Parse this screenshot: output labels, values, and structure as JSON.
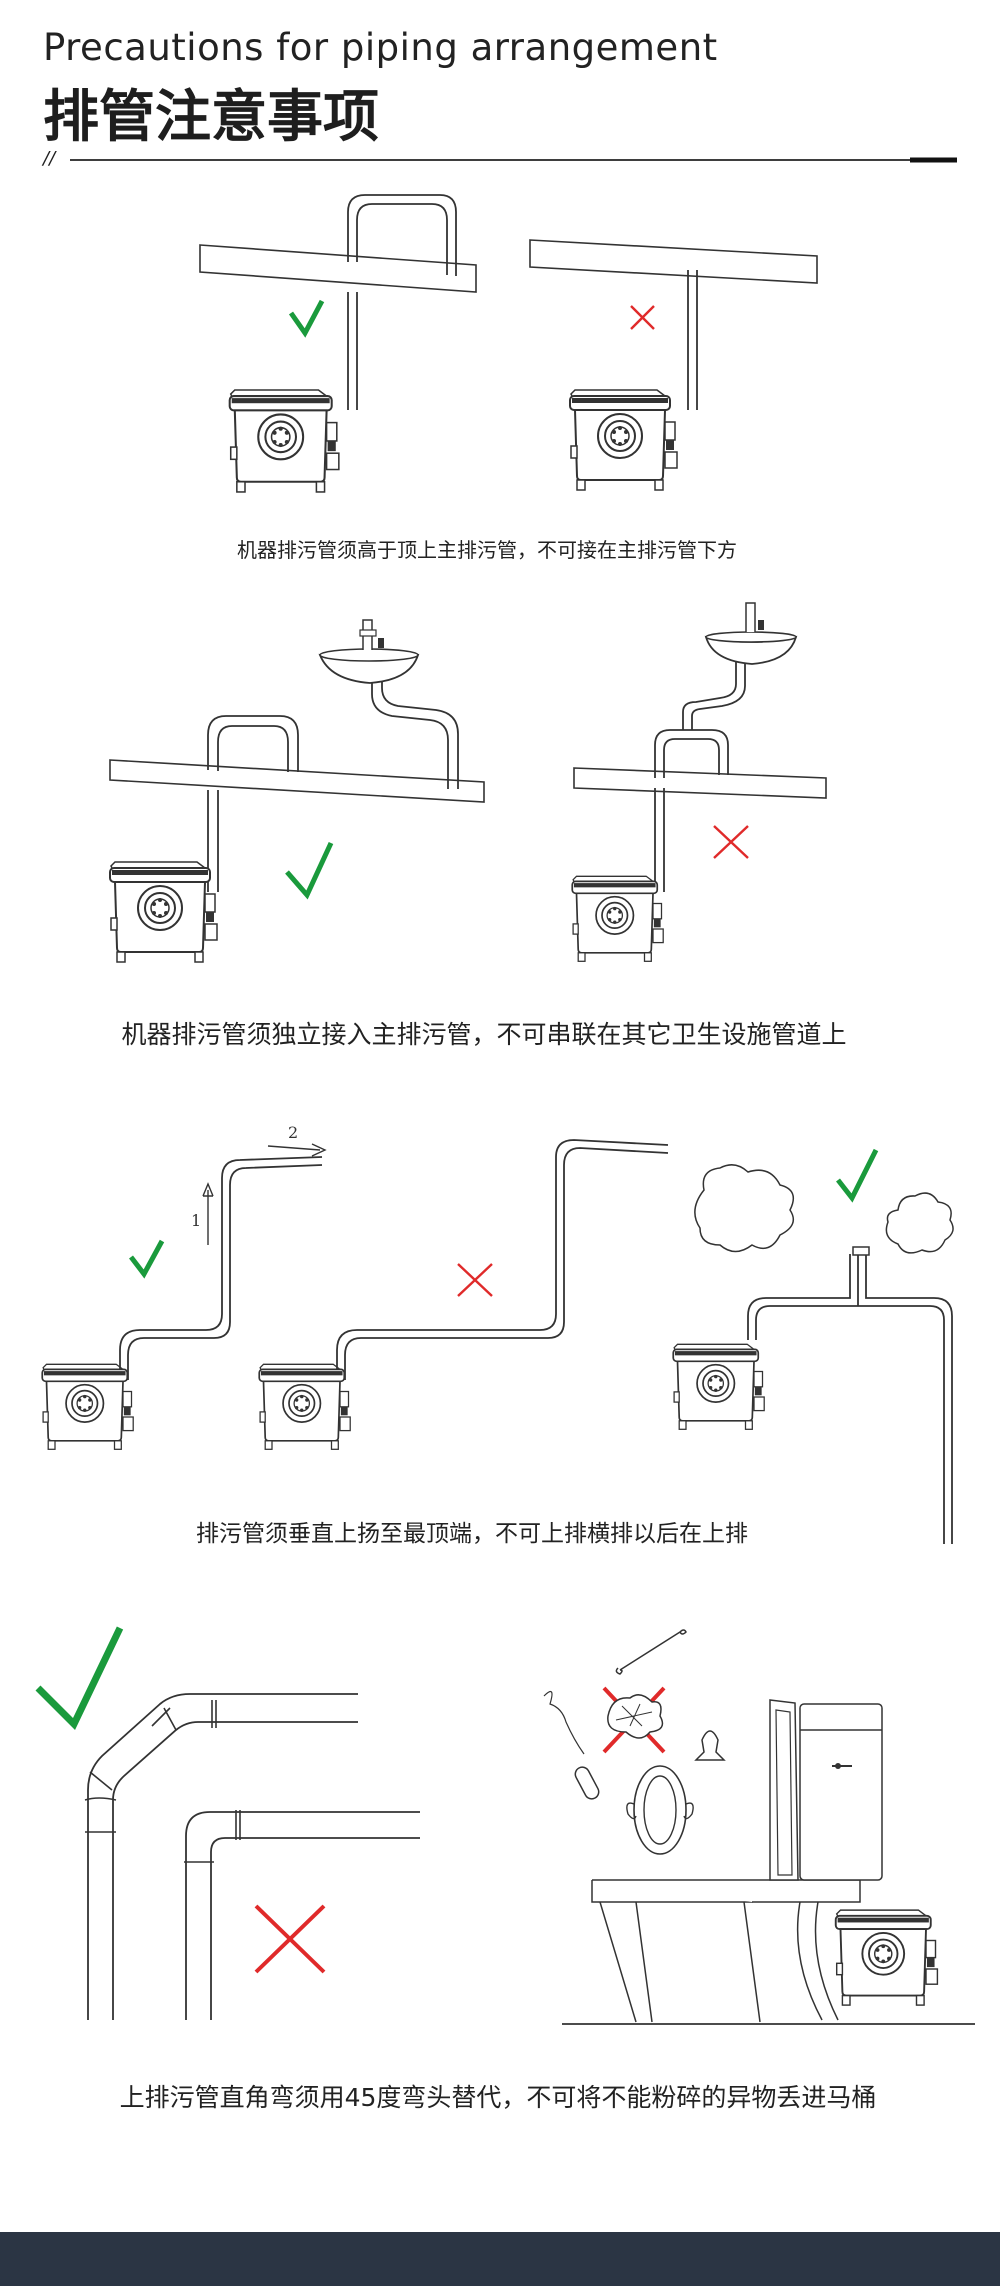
{
  "header": {
    "title_en": "Precautions for piping arrangement",
    "title_zh": "排管注意事项",
    "slash": "//"
  },
  "sections": [
    {
      "caption": "机器排污管须高于顶上主排污管，不可接在主排污管下方"
    },
    {
      "caption": "机器排污管须独立接入主排污管，不可串联在其它卫生设施管道上"
    },
    {
      "caption": "排污管须垂直上扬至最顶端，不可上排横排以后在上排",
      "step_labels": [
        "1",
        "2"
      ]
    },
    {
      "caption": "上排污管直角弯须用45度弯头替代，不可将不能粉碎的异物丢进马桶"
    }
  ],
  "colors": {
    "check": "#1a9a3c",
    "cross": "#e02a2a",
    "line": "#3a3a3a",
    "footer": "#2b3544"
  },
  "icons": [
    "check-icon",
    "cross-icon",
    "pump-unit",
    "sink",
    "toilet",
    "cloud",
    "cotton-swab",
    "sanitary-pad",
    "tissue",
    "condom",
    "hair"
  ]
}
